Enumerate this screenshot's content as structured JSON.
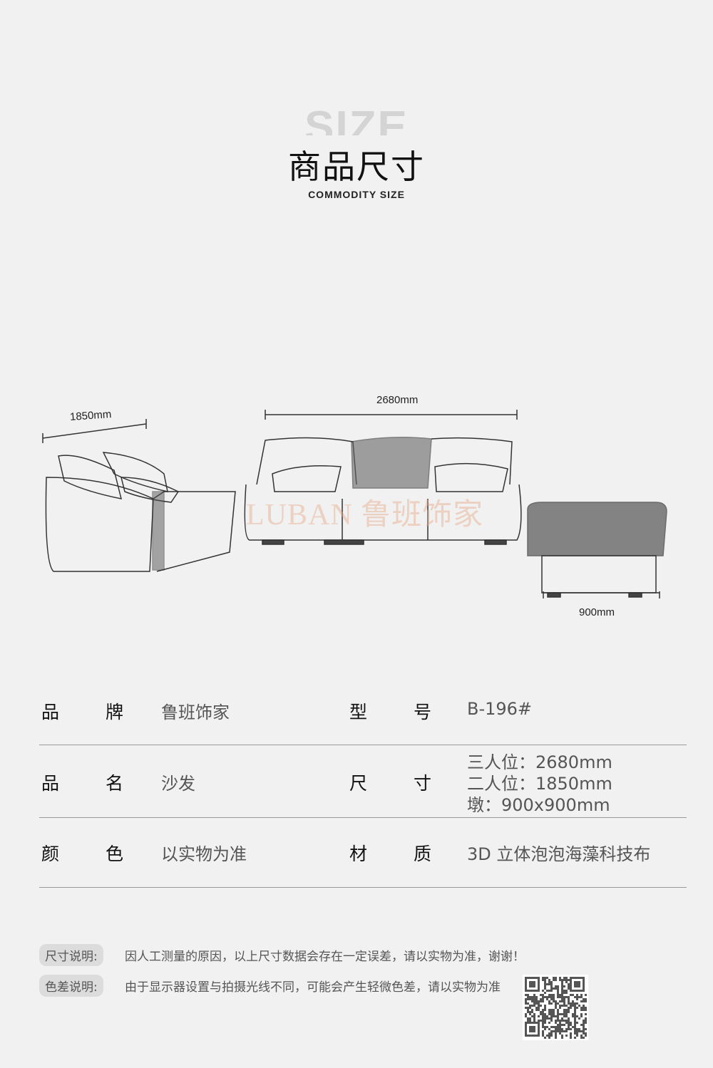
{
  "header": {
    "bg_word": "SIZE",
    "title": "商品尺寸",
    "subtitle": "COMMODITY SIZE"
  },
  "diagram": {
    "loveseat_width": "1850mm",
    "sofa_width": "2680mm",
    "ottoman_width": "900mm",
    "watermark": "LUBAN 鲁班饰家"
  },
  "specs": [
    {
      "l1": "品",
      "l2": "牌",
      "v1": "鲁班饰家",
      "l3": "型",
      "l4": "号",
      "v2": "B-196#"
    },
    {
      "l1": "品",
      "l2": "名",
      "v1": "沙发",
      "l3": "尺",
      "l4": "寸",
      "v2_lines": [
        "三人位：2680mm",
        "二人位：1850mm",
        "墩：900x900mm"
      ]
    },
    {
      "l1": "颜",
      "l2": "色",
      "v1": "以实物为准",
      "l3": "材",
      "l4": "质",
      "v2": "3D 立体泡泡海藻科技布"
    }
  ],
  "notes": [
    {
      "tag": "尺寸说明:",
      "text": "因人工测量的原因，以上尺寸数据会存在一定误差，请以实物为准，谢谢！"
    },
    {
      "tag": "色差说明:",
      "text": "由于显示器设置与拍摄光线不同，可能会产生轻微色差，请以实物为准"
    }
  ]
}
